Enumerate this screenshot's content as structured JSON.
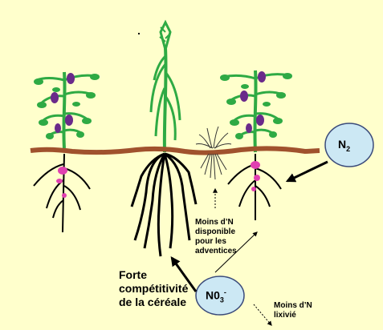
{
  "labels": {
    "moins_n_disponible": [
      "Moins d’N",
      "disponible",
      "pour les",
      "adventices"
    ],
    "forte_competitivite": [
      "Forte",
      "compétitivité",
      "de la céréale"
    ],
    "moins_n_lixivie": [
      "Moins d’N",
      "lixivié"
    ],
    "n2": {
      "main": "N",
      "sub": "2"
    },
    "no3": {
      "main": "N0",
      "sub": "3",
      "sup": "-"
    }
  },
  "colors": {
    "background": "#ffffcc",
    "soil_line": "#a0522d",
    "bubble_fill": "#cce8f4",
    "leaf_green": "#2eaa44",
    "flower_purple": "#6a2a8a",
    "nodule_pink": "#e040b0",
    "root_black": "#000000"
  },
  "icons": [
    "pea-plant-icon",
    "cereal-plant-icon",
    "weed-icon",
    "arrow-icon"
  ]
}
